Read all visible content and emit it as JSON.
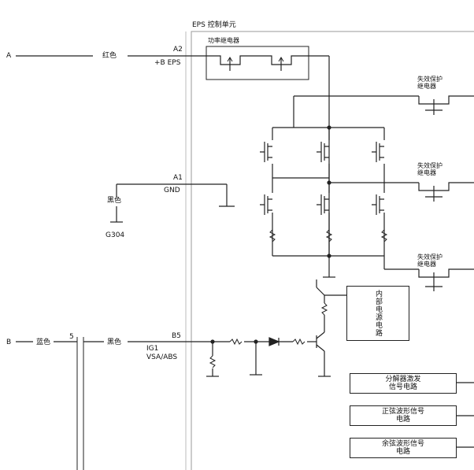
{
  "unit": {
    "title": "EPS 控制单元"
  },
  "relay": {
    "label": "功率继电器"
  },
  "terminals": {
    "a2": {
      "pin": "A2",
      "name": "+B EPS"
    },
    "a1": {
      "pin": "A1",
      "name": "GND"
    },
    "b5": {
      "pin": "B5",
      "name_line1": "IG1",
      "name_line2": "VSA/ABS"
    }
  },
  "wires": {
    "a": {
      "end": "A",
      "color": "红色"
    },
    "gnd": {
      "color": "黑色",
      "ground": "G304"
    },
    "b": {
      "end": "B",
      "color": "蓝色",
      "junction": "5",
      "color2": "黑色"
    }
  },
  "failsafe_relays": [
    {
      "line1": "失效保护",
      "line2": "继电器"
    },
    {
      "line1": "失效保护",
      "line2": "继电器"
    },
    {
      "line1": "失效保护",
      "line2": "继电器"
    }
  ],
  "blocks": {
    "internal": "内部电源电路",
    "drive": {
      "line1": "分解器激发",
      "line2": "信号电路"
    },
    "sine": {
      "line1": "正弦波形信号",
      "line2": "电路"
    },
    "cosine": {
      "line1": "余弦波形信号",
      "line2": "电路"
    }
  },
  "colors": {
    "line": "#222222",
    "frame": "#9a9a9a"
  }
}
